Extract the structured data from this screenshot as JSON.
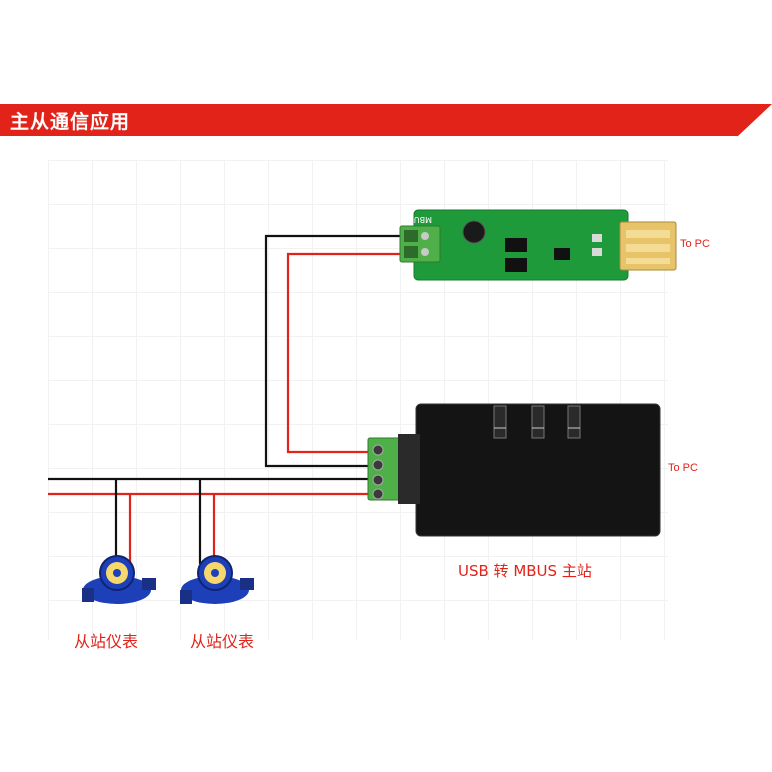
{
  "header": {
    "title": "主从通信应用",
    "color": "#e2231a"
  },
  "pcb_board": {
    "silkscreen": "MBUS",
    "to_pc_label": "To PC"
  },
  "master_box": {
    "to_pc_label": "To PC",
    "caption": "USB 转 MBUS 主站"
  },
  "meters": [
    {
      "label": "从站仪表",
      "icon": "water-meter-icon"
    },
    {
      "label": "从站仪表",
      "icon": "water-meter-icon"
    }
  ],
  "colors": {
    "wire_black": "#111111",
    "wire_red": "#e2231a",
    "pcb_green": "#1f9a3a",
    "terminal_green": "#4fb04a",
    "meter_blue": "#1d3fb8",
    "label_red": "#e2231a"
  }
}
